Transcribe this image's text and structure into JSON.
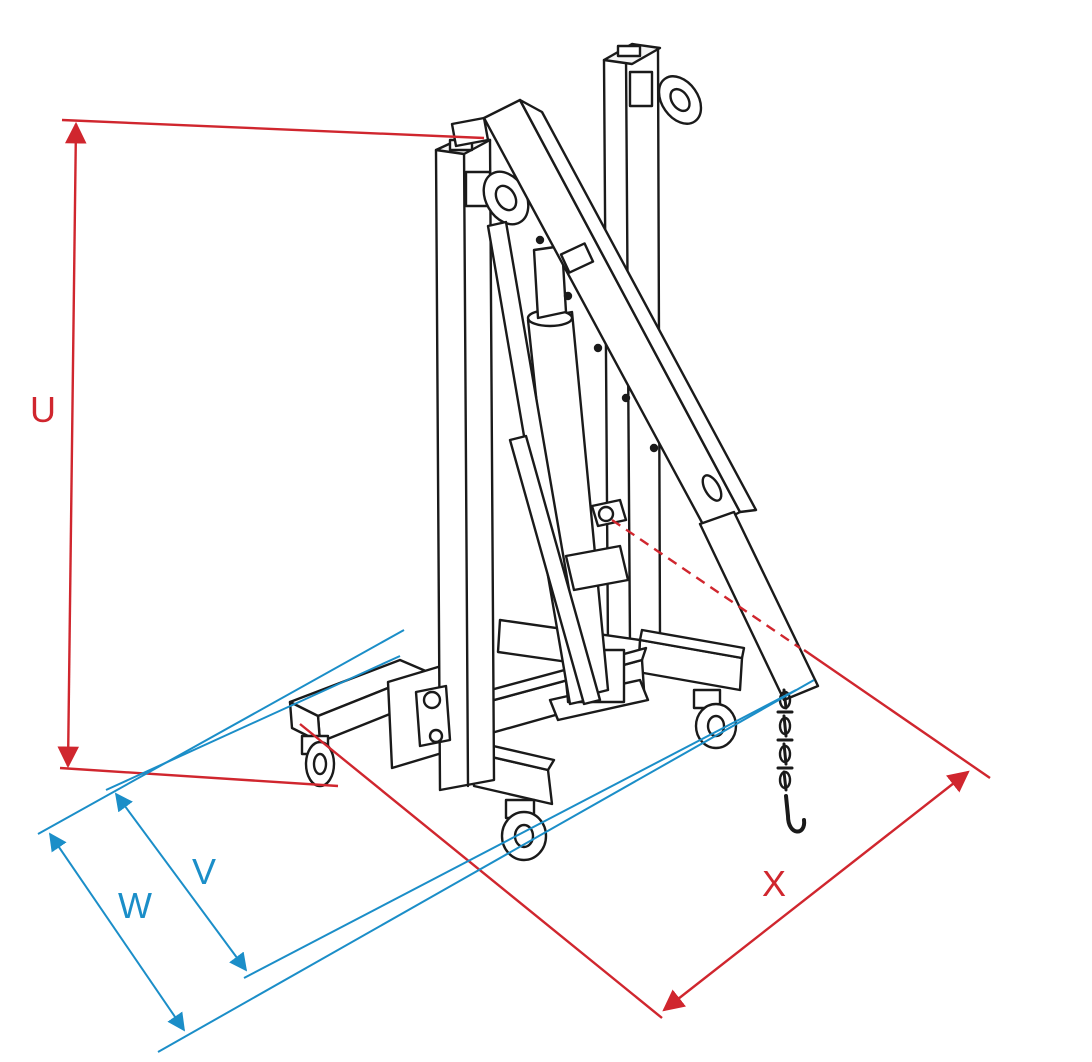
{
  "colors": {
    "dimension_red": "#d0262e",
    "dimension_blue": "#1b8ec8",
    "line_art": "#1a1a1a",
    "background": "#ffffff"
  },
  "dimension_labels": {
    "u": "U",
    "v": "V",
    "w": "W",
    "x": "X"
  },
  "subject": {
    "icon": "engine-crane-illustration"
  }
}
